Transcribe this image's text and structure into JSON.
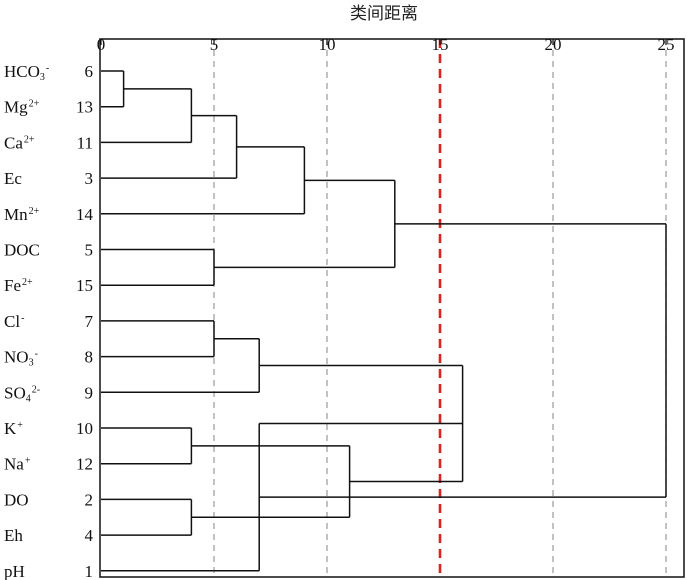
{
  "chart_data": {
    "type": "dendrogram",
    "title": "",
    "xlabel": "类间距离",
    "x_ticks": [
      0,
      5,
      10,
      15,
      20,
      25
    ],
    "xlim": [
      0,
      25
    ],
    "grid": "vertical dashed at ticks 5, 10, 20, 25",
    "cut_line": {
      "value": 15,
      "color": "#d9231f"
    },
    "leaves": [
      {
        "label": "HCO",
        "sub": "3",
        "sup": "-",
        "id": "6"
      },
      {
        "label": "Mg",
        "sub": "",
        "sup": "2+",
        "id": "13"
      },
      {
        "label": "Ca",
        "sub": "",
        "sup": "2+",
        "id": "11"
      },
      {
        "label": "Ec",
        "sub": "",
        "sup": "",
        "id": "3"
      },
      {
        "label": "Mn",
        "sub": "",
        "sup": "2+",
        "id": "14"
      },
      {
        "label": "DOC",
        "sub": "",
        "sup": "",
        "id": "5"
      },
      {
        "label": "Fe",
        "sub": "",
        "sup": "2+",
        "id": "15"
      },
      {
        "label": "Cl",
        "sub": "",
        "sup": "-",
        "id": "7"
      },
      {
        "label": "NO",
        "sub": "3",
        "sup": "-",
        "id": "8"
      },
      {
        "label": "SO",
        "sub": "4",
        "sup": "2-",
        "id": "9"
      },
      {
        "label": "K",
        "sub": "",
        "sup": "+",
        "id": "10"
      },
      {
        "label": "Na",
        "sub": "",
        "sup": "+",
        "id": "12"
      },
      {
        "label": "DO",
        "sub": "",
        "sup": "",
        "id": "2"
      },
      {
        "label": "Eh",
        "sub": "",
        "sup": "",
        "id": "4"
      },
      {
        "label": "pH",
        "sub": "",
        "sup": "",
        "id": "1"
      }
    ],
    "merges": [
      {
        "a": "L0",
        "b": "L1",
        "height": 1
      },
      {
        "a": "M0",
        "b": "L2",
        "height": 4
      },
      {
        "a": "M1",
        "b": "L3",
        "height": 6
      },
      {
        "a": "M2",
        "b": "L4",
        "height": 9
      },
      {
        "a": "L5",
        "b": "L6",
        "height": 5
      },
      {
        "a": "M3",
        "b": "M4",
        "height": 13
      },
      {
        "a": "L7",
        "b": "L8",
        "height": 5
      },
      {
        "a": "M6",
        "b": "L9",
        "height": 7
      },
      {
        "a": "L10",
        "b": "L11",
        "height": 4
      },
      {
        "a": "L12",
        "b": "L13",
        "height": 4
      },
      {
        "a": "M8",
        "b": "M9",
        "height": 11
      },
      {
        "a": "M7",
        "b": "M10",
        "height": 16
      },
      {
        "a": "M11",
        "b": "L14",
        "height": 7
      },
      {
        "a": "M5",
        "b": "M12",
        "height": 25
      }
    ],
    "colors": {
      "line": "#111111",
      "grid": "#9a9a9a",
      "cut": "#d9231f"
    }
  }
}
